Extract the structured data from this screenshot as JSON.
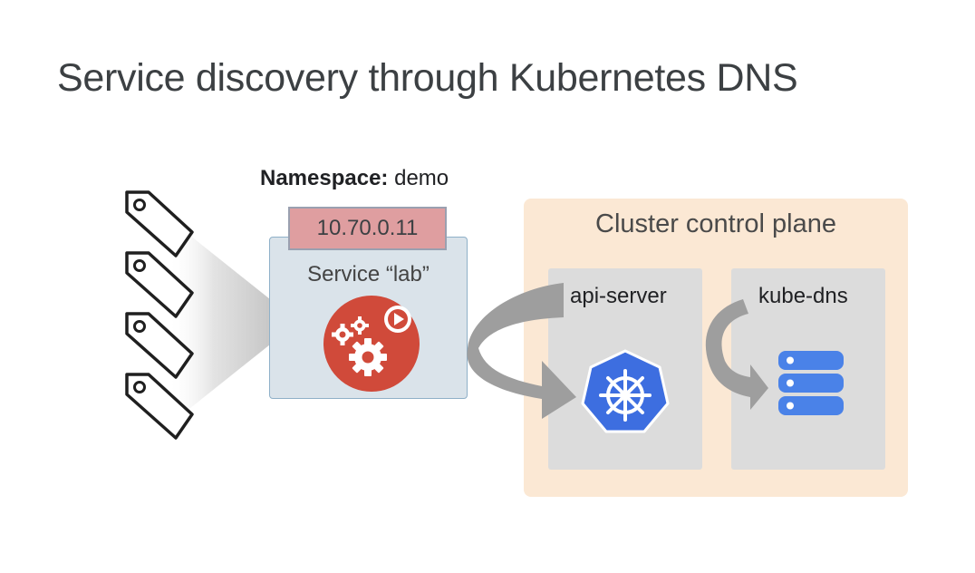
{
  "title": "Service discovery through Kubernetes DNS",
  "namespace": {
    "label": "Namespace:",
    "value": "demo"
  },
  "service": {
    "ip": "10.70.0.11",
    "label": "Service “lab”",
    "icon": "gears-play-icon",
    "icon_color": "#d04a3a"
  },
  "pods": {
    "count": 4,
    "icon": "tag-icon"
  },
  "control_plane": {
    "title": "Cluster control plane",
    "api_server": {
      "label": "api-server",
      "icon": "kubernetes-helm-icon",
      "icon_color": "#3d6ee0"
    },
    "kube_dns": {
      "label": "kube-dns",
      "icon": "database-icon",
      "icon_color": "#4a82e8"
    }
  },
  "colors": {
    "ip_fill": "#df9ea0",
    "service_fill": "#dae3ea",
    "panel_fill": "#fbe8d4",
    "subbox_fill": "#dcdcdc",
    "arrow_fill": "#9e9e9e"
  }
}
